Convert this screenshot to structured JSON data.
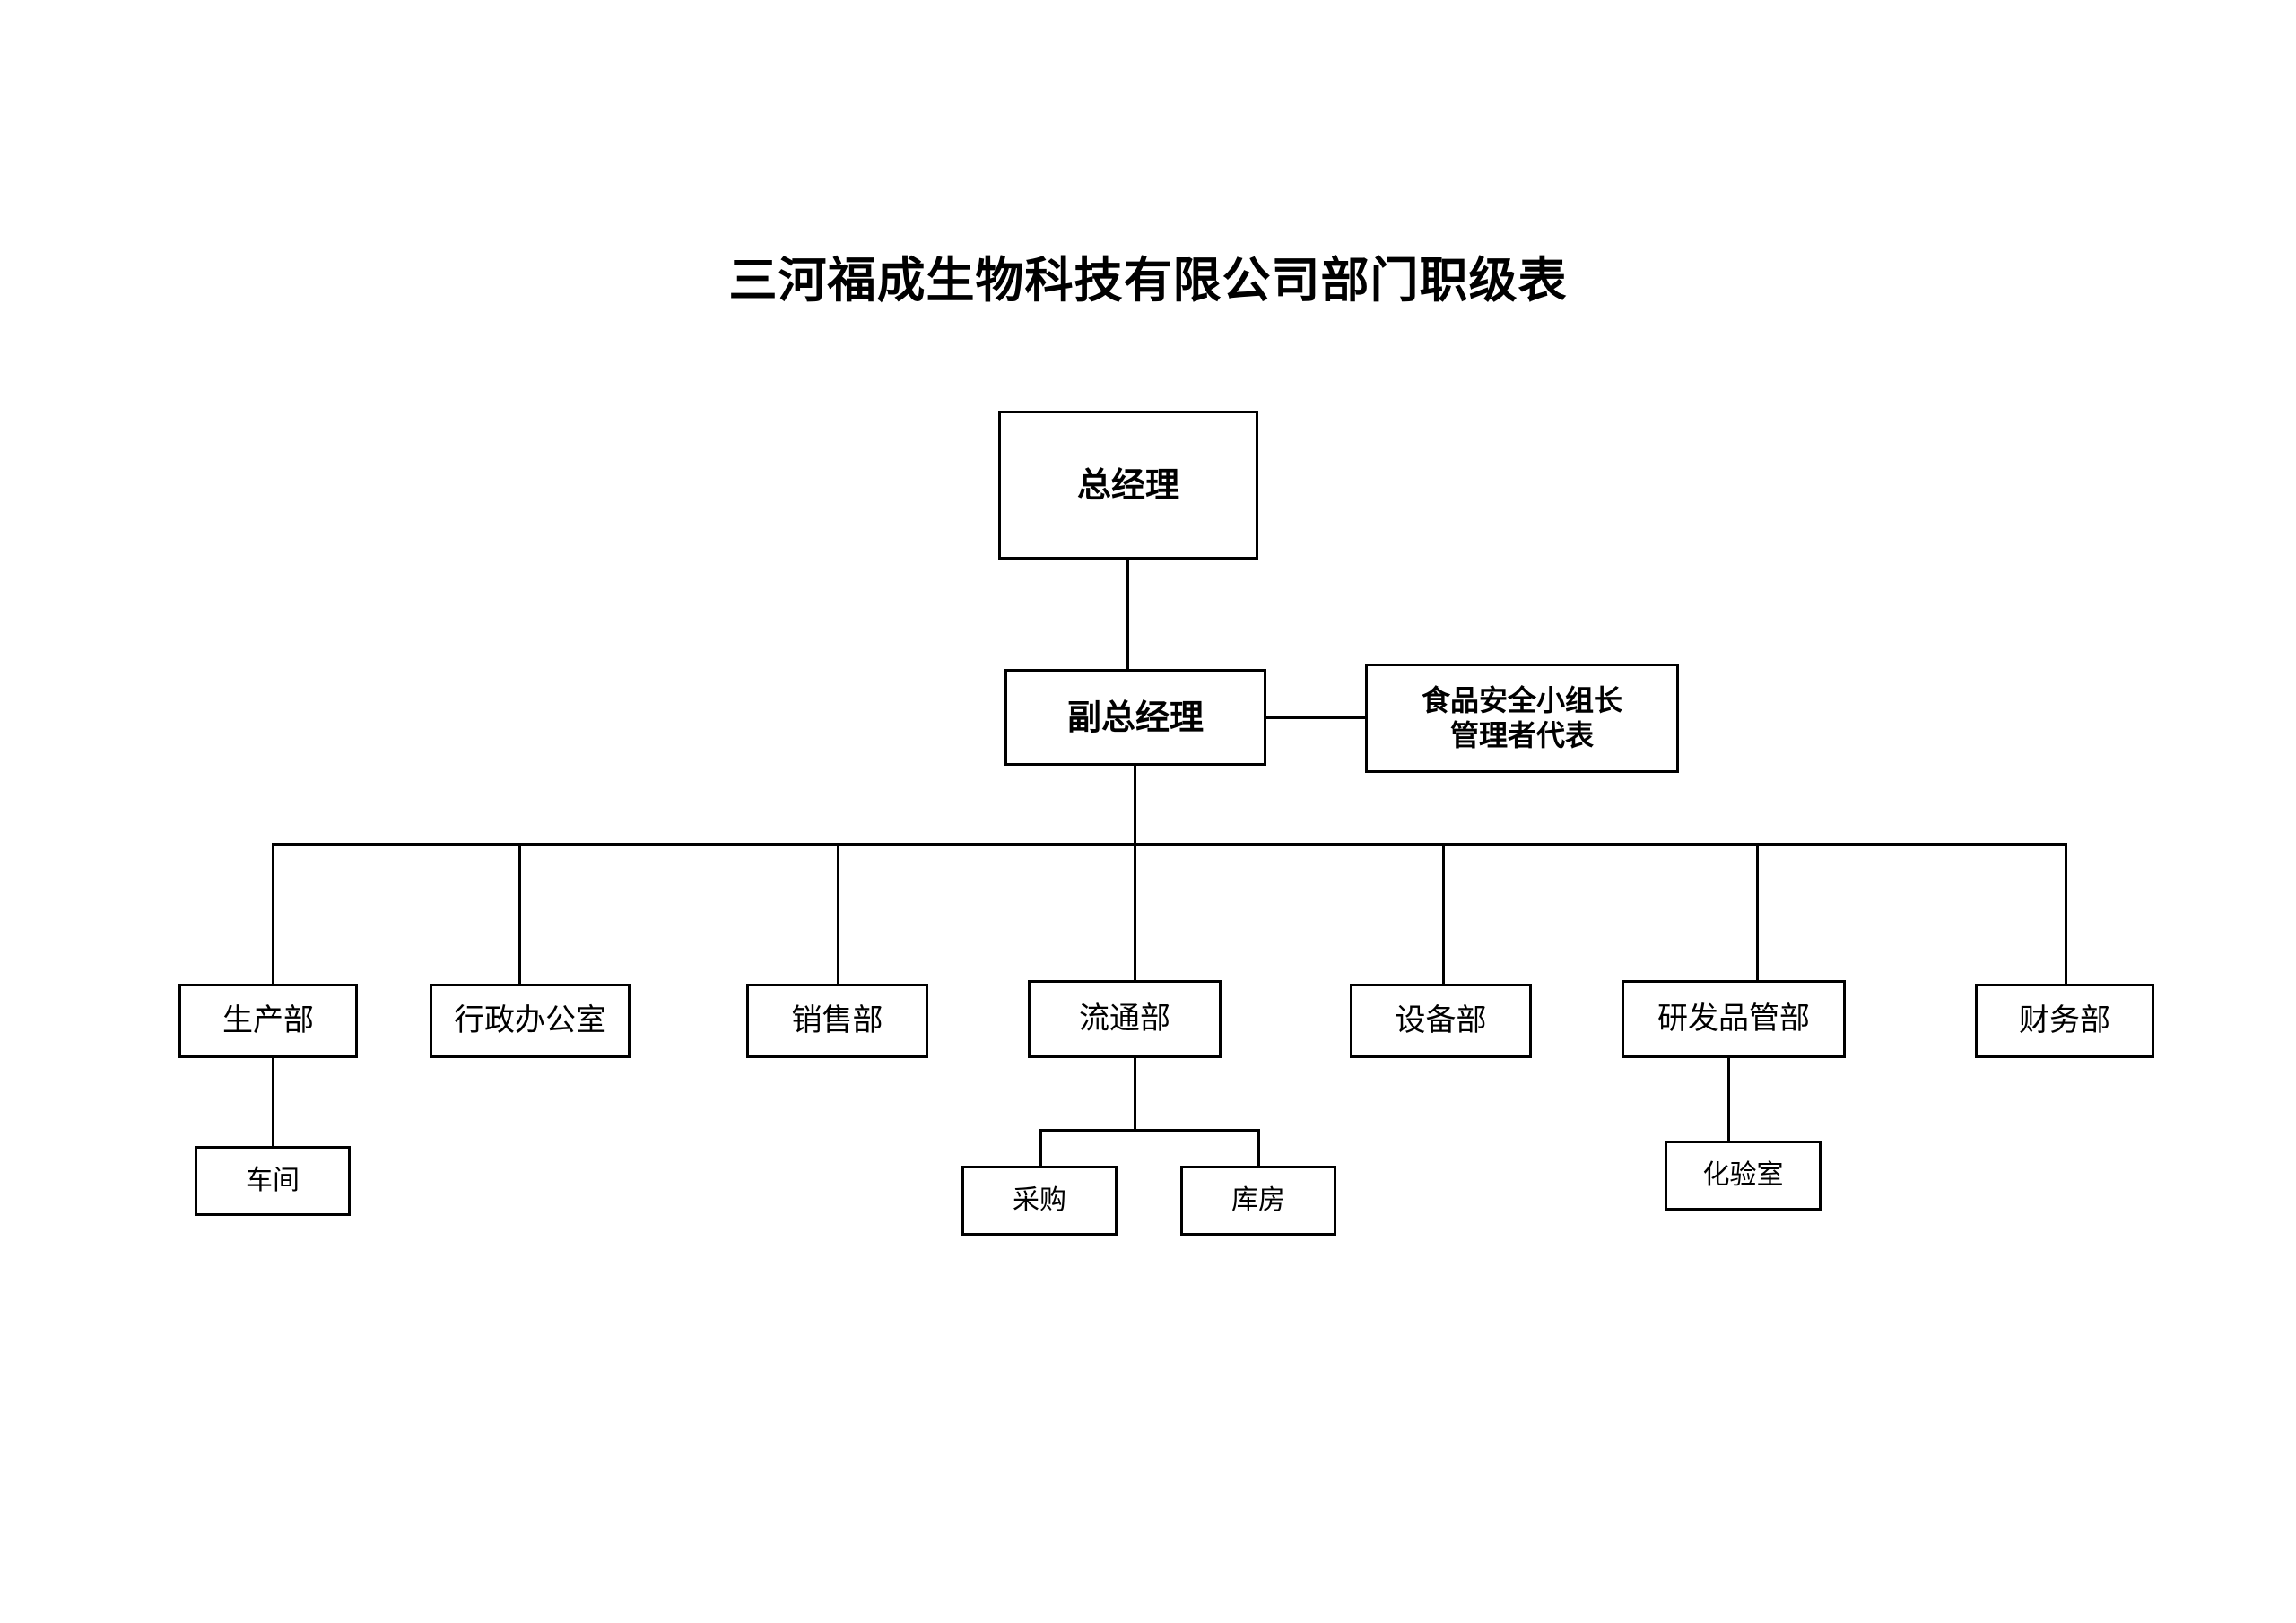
{
  "document": {
    "title": "三河福成生物科技有限公司部门职级表",
    "background_color": "#ffffff",
    "line_color": "#000000",
    "text_color": "#000000"
  },
  "org_chart": {
    "type": "organization-hierarchy",
    "levels": 4,
    "nodes": {
      "general_manager": {
        "label": "总经理",
        "level": 1
      },
      "deputy_general_manager": {
        "label": "副总经理",
        "level": 2
      },
      "food_safety_lead": {
        "label": "食品安全小组长\n管理者代表",
        "level": 2,
        "relation": "lateral"
      },
      "production": {
        "label": "生产部",
        "level": 3
      },
      "admin_office": {
        "label": "行政办公室",
        "level": 3
      },
      "sales": {
        "label": "销售部",
        "level": 3
      },
      "distribution": {
        "label": "流通部",
        "level": 3
      },
      "equipment": {
        "label": "设备部",
        "level": 3
      },
      "rnd_quality": {
        "label": "研发品管部",
        "level": 3
      },
      "finance": {
        "label": "财务部",
        "level": 3
      },
      "workshop": {
        "label": "车间",
        "level": 4,
        "parent": "production"
      },
      "procurement": {
        "label": "采购",
        "level": 4,
        "parent": "distribution"
      },
      "warehouse": {
        "label": "库房",
        "level": 4,
        "parent": "distribution"
      },
      "laboratory": {
        "label": "化验室",
        "level": 4,
        "parent": "rnd_quality"
      }
    },
    "departments_row": [
      "生产部",
      "行政办公室",
      "销售部",
      "流通部",
      "设备部",
      "研发品管部",
      "财务部"
    ],
    "sub_units_row": [
      "车间",
      "采购",
      "库房",
      "化验室"
    ]
  }
}
